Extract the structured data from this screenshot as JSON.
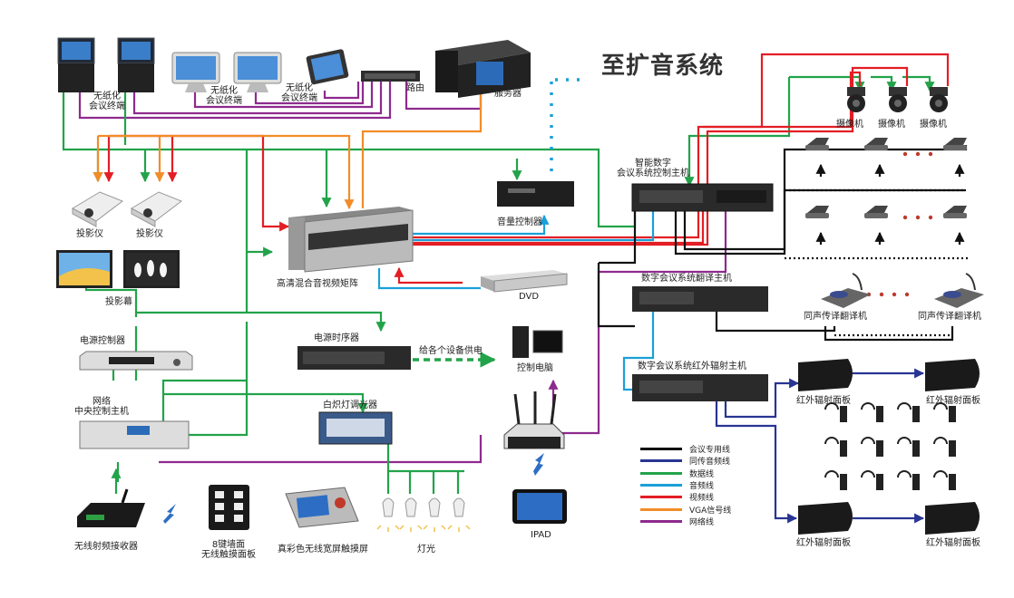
{
  "title": "至扩音系统",
  "colors": {
    "conference": "#111111",
    "interpretation": "#283593",
    "data": "#22a34a",
    "audio": "#1aa0d8",
    "video": "#e31e24",
    "vga": "#f28c28",
    "network": "#8e2a8e"
  },
  "labels": {
    "paperless_terminal": "无纸化\n会议终端",
    "wireless_paperless_terminal": "无纸化\n会议终端",
    "wireless_paperless_terminal2": "无纸化\n会议终端",
    "router": "路由",
    "server": "服务器",
    "camera_1": "摄像机",
    "camera_2": "摄像机",
    "camera_3": "摄像机",
    "smart_host": "智能数字\n会议系统控制主机",
    "volume_controller": "音量控制器",
    "projector_1": "投影仪",
    "projector_2": "投影仪",
    "screen": "投影幕",
    "matrix": "高清混合音视频矩阵",
    "dvd": "DVD",
    "translation_host": "数字会议系统翻译主机",
    "interpreter_1": "同声传译翻译机",
    "interpreter_2": "同声传译翻译机",
    "power_controller": "电源控制器",
    "power_sequencer": "电源时序器",
    "to_devices": "给各个设备供电",
    "control_pc": "控制电脑",
    "ir_host": "数字会议系统红外辐射主机",
    "central_control": "网络\n中央控制主机",
    "dimmer": "白炽灯调光器",
    "ir_panel_1": "红外辐射面板",
    "ir_panel_2": "红外辐射面板",
    "ir_panel_3": "红外辐射面板",
    "ir_panel_4": "红外辐射面板",
    "wireless_rx": "无线射频接收器",
    "wall_panel": "8键墙面\n无线触摸面板",
    "touch_screen": "真彩色无线宽屏触摸屏",
    "lights": "灯光",
    "ipad": "IPAD"
  },
  "legend": [
    {
      "label": "会议专用线",
      "color": "#111111"
    },
    {
      "label": "同传音频线",
      "color": "#283593"
    },
    {
      "label": "数据线",
      "color": "#22a34a"
    },
    {
      "label": "音频线",
      "color": "#1aa0d8"
    },
    {
      "label": "视频线",
      "color": "#e31e24"
    },
    {
      "label": "VGA信号线",
      "color": "#f28c28"
    },
    {
      "label": "网络线",
      "color": "#8e2a8e"
    }
  ]
}
